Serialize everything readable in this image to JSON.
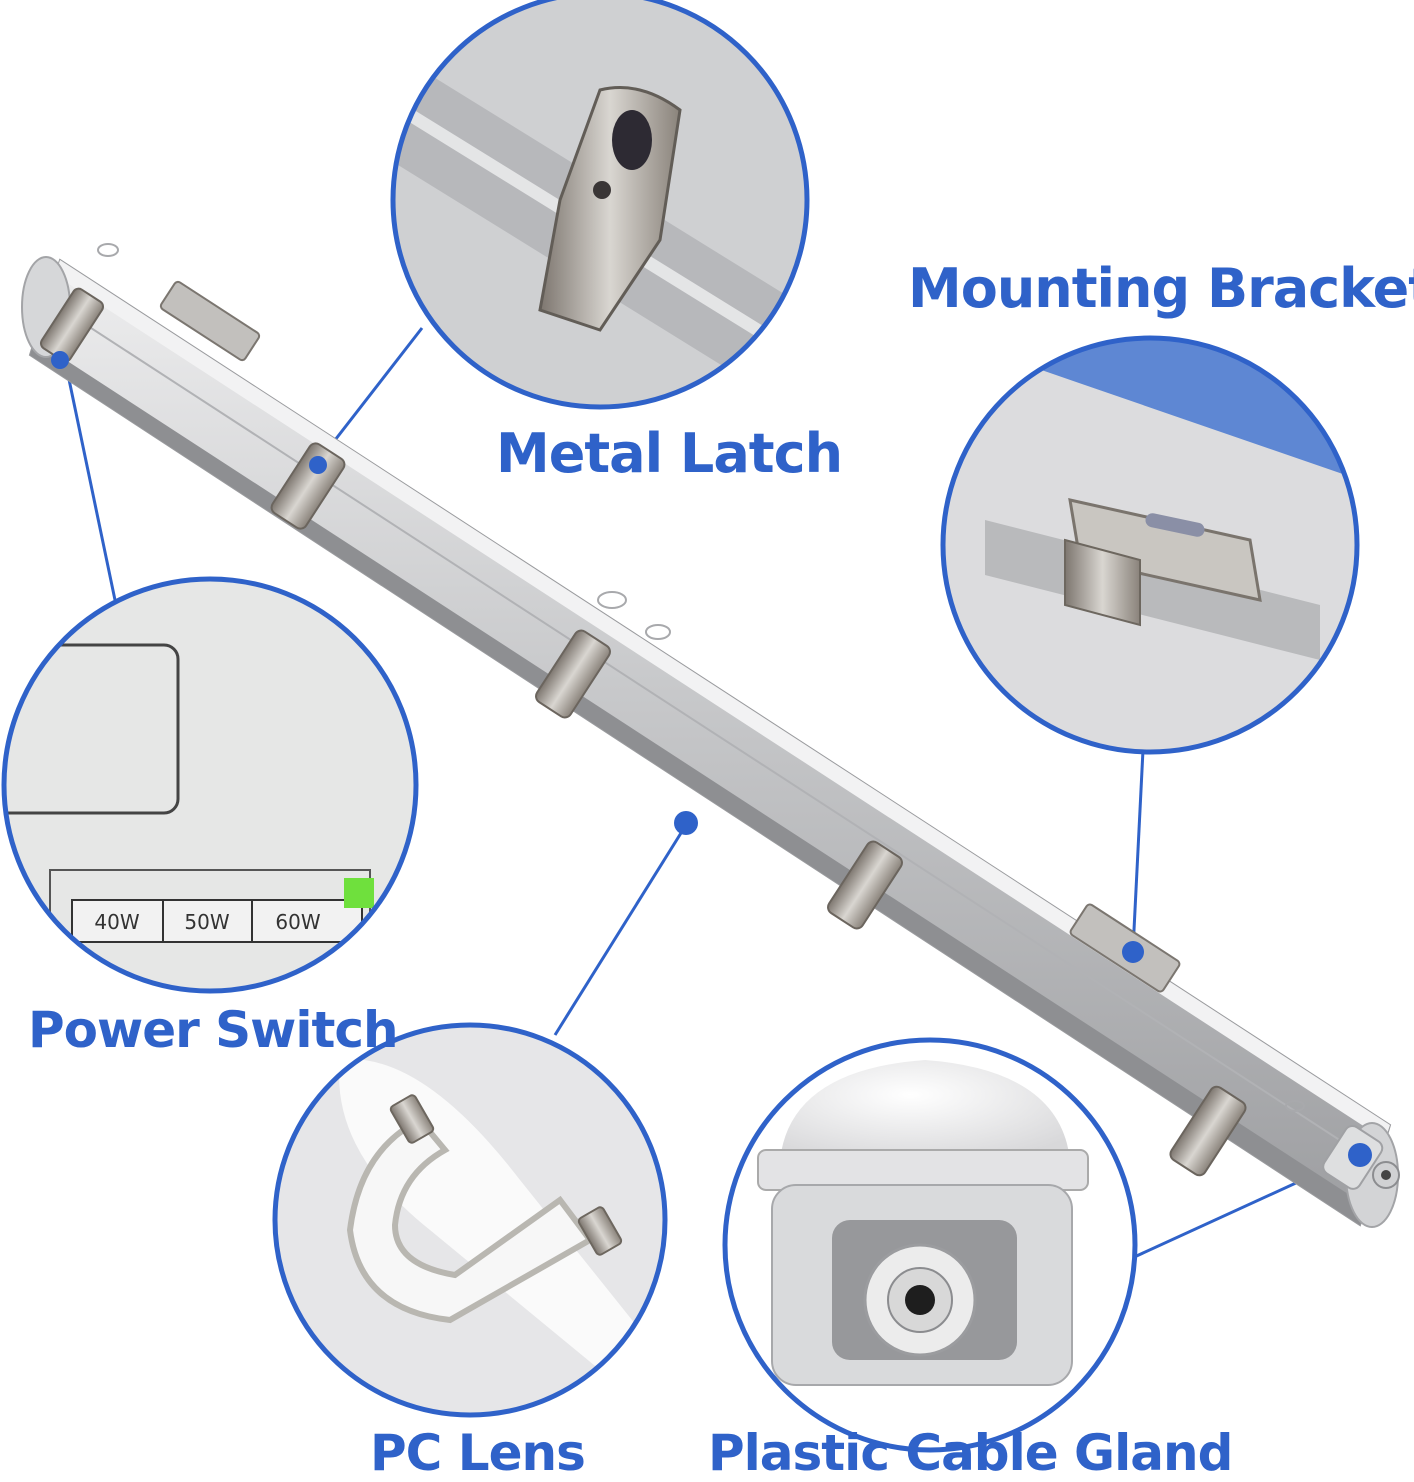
{
  "colors": {
    "accent": "#2f62c9",
    "label_text": "#2f62c9",
    "housing": "#c9cacc",
    "background": "#ffffff"
  },
  "labels": {
    "metal_latch": "Metal Latch",
    "mounting_bracket": "Mounting Bracket",
    "power_switch": "Power Switch",
    "pc_lens": "PC Lens",
    "plastic_cable_gland": "Plastic Cable Gland"
  },
  "power_switch": {
    "options": [
      "40W",
      "50W",
      "60W"
    ]
  }
}
